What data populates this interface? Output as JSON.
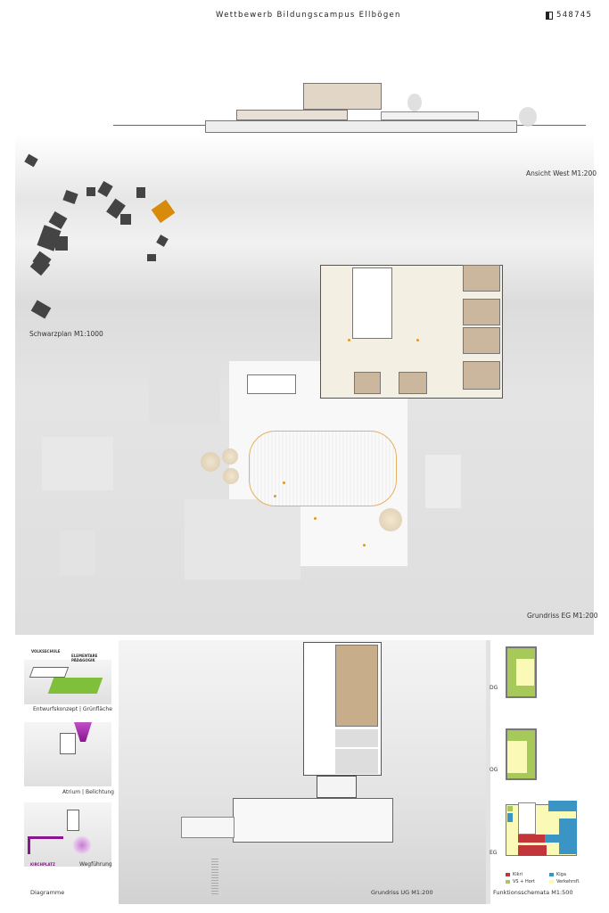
{
  "header": {
    "title": "Wettbewerb Bildungscampus Ellbögen",
    "code": "548745",
    "code_icon": "box-icon"
  },
  "drawings": {
    "elevation_label": "Ansicht West M1:200",
    "site_plan_label": "Schwarzplan M1:1000",
    "ground_floor_label": "Grundriss EG M1:200",
    "basement_label": "Grundriss UG M1:200"
  },
  "diagrams": {
    "concept_tags": [
      "VOLKSSCHULE",
      "ELEMENTARE PÄDAGOGIK"
    ],
    "items": [
      "Entwurfskonzept | Grünfläche",
      "Atrium | Belichtung",
      "Wegführung"
    ],
    "path_tag": "KIRCHPLATZ",
    "title": "Diagramme"
  },
  "schemas": {
    "floors": [
      "DG",
      "OG",
      "EG"
    ],
    "legend": [
      {
        "label": "Kikri",
        "color": "#c2353a"
      },
      {
        "label": "Kiga",
        "color": "#3a95c4"
      },
      {
        "label": "VS + Hort",
        "color": "#a6c95a"
      },
      {
        "label": "Verkehrsfl.",
        "color": "#fbf9b6"
      }
    ],
    "title": "Funktionsschemata M1:500"
  },
  "colors": {
    "accent": "#e49a1a",
    "site_building": "#d88a0a"
  }
}
